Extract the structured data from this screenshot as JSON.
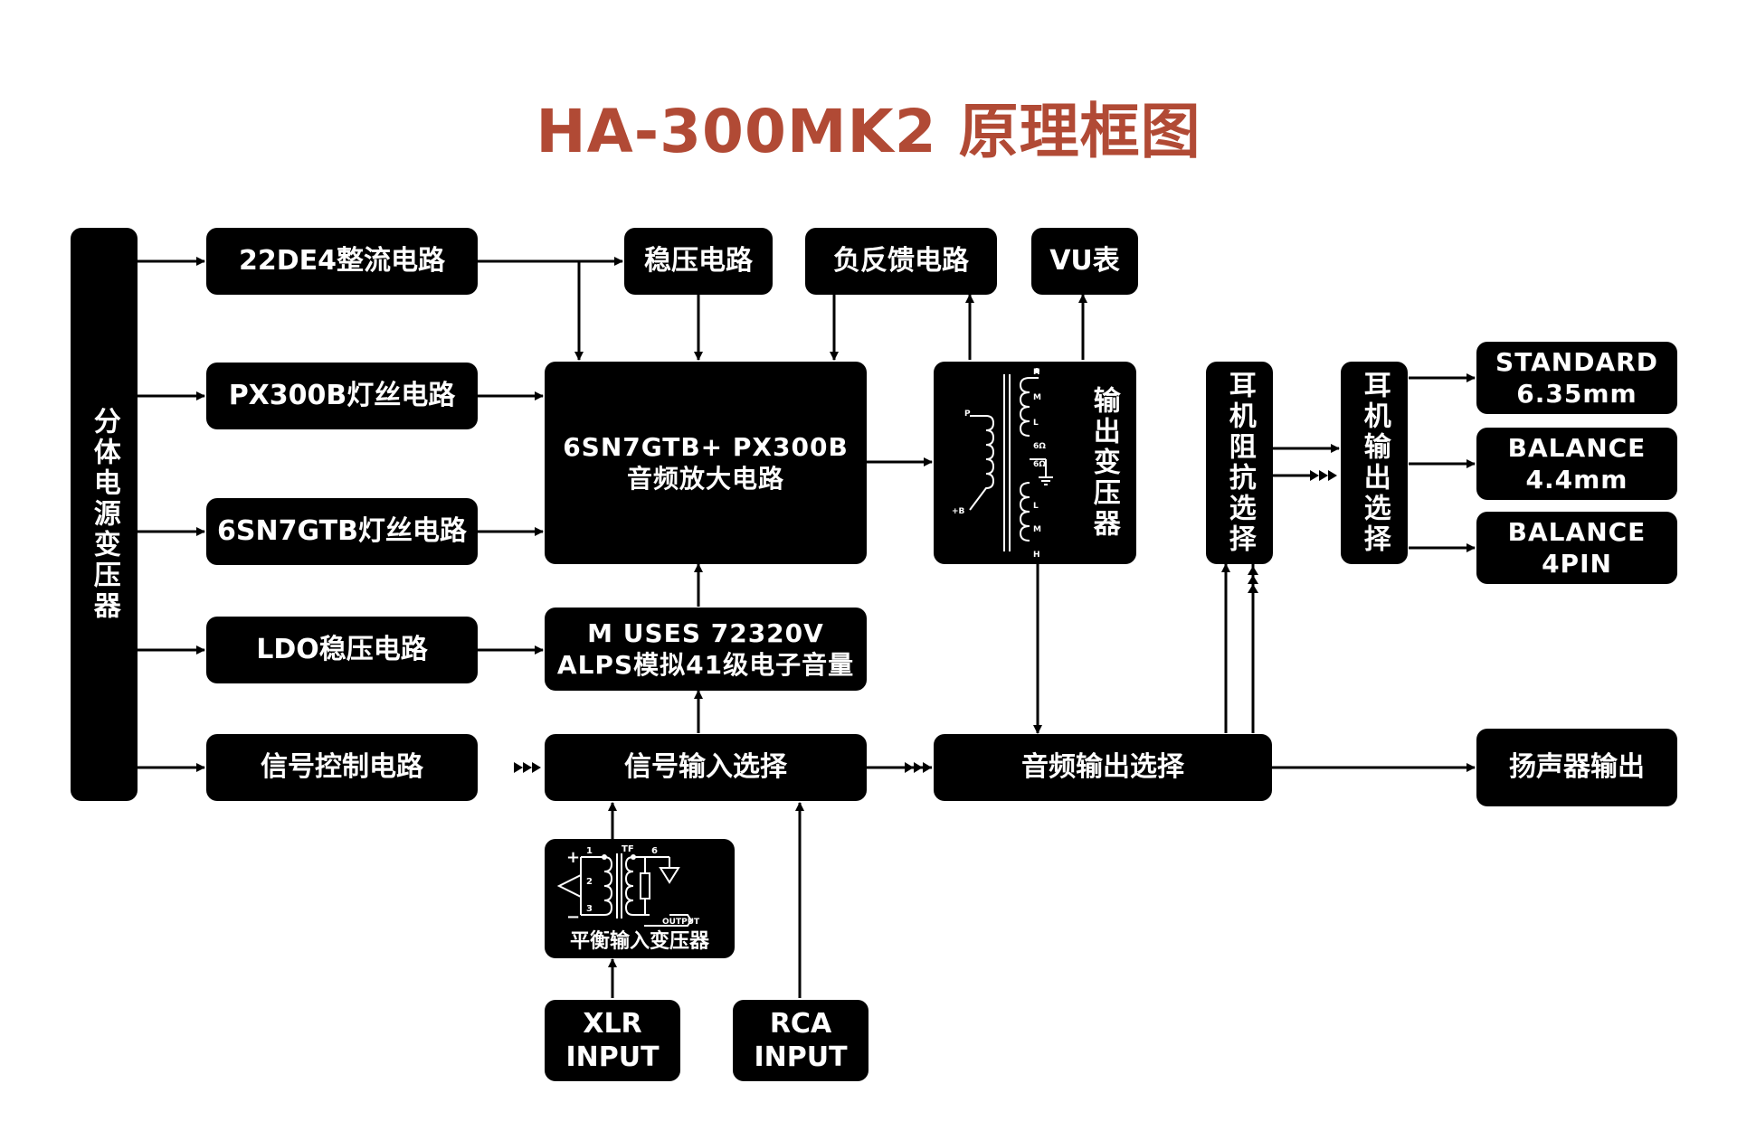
{
  "title": "HA-300MK2 原理框图",
  "boxes": {
    "power_transformer": "分体电源变压器",
    "rectifier": "22DE4整流电路",
    "px300b_filament": "PX300B灯丝电路",
    "sn7_filament": "6SN7GTB灯丝电路",
    "ldo": "LDO稳压电路",
    "signal_control": "信号控制电路",
    "regulator": "稳压电路",
    "feedback": "负反馈电路",
    "vu": "VU表",
    "amplifier": [
      "6SN7GTB+ PX300B",
      "音频放大电路"
    ],
    "volume": [
      "M USES 72320V",
      "ALPS模拟41级电子音量"
    ],
    "input_select": "信号输入选择",
    "output_transformer": "输出变压器",
    "impedance_select": "耳机阻抗选择",
    "headphone_select": "耳机输出选择",
    "audio_output_select": "音频输出选择",
    "speaker_out": "扬声器输出",
    "standard": [
      "STANDARD",
      "6.35mm"
    ],
    "balance44": [
      "BALANCE",
      "4.4mm"
    ],
    "balance4pin": [
      "BALANCE",
      "4PIN"
    ],
    "balanced_input_transformer": "平衡输入变压器",
    "xlr": [
      "XLR",
      "INPUT"
    ],
    "rca": [
      "RCA",
      "INPUT"
    ]
  },
  "output_transformer_taps": [
    "H",
    "M",
    "L",
    "6Ω",
    "6Ω",
    "L",
    "M",
    "H"
  ],
  "output_transformer_primary": [
    "P",
    "+B"
  ],
  "input_transformer_labels": {
    "plus": "+",
    "minus": "−",
    "tf": "TF",
    "pins": [
      "1",
      "2",
      "3",
      "6"
    ],
    "output": "OUTPUT"
  },
  "colors": {
    "title": "#b14a35",
    "box": "#000000",
    "text": "#ffffff",
    "line": "#000000"
  }
}
